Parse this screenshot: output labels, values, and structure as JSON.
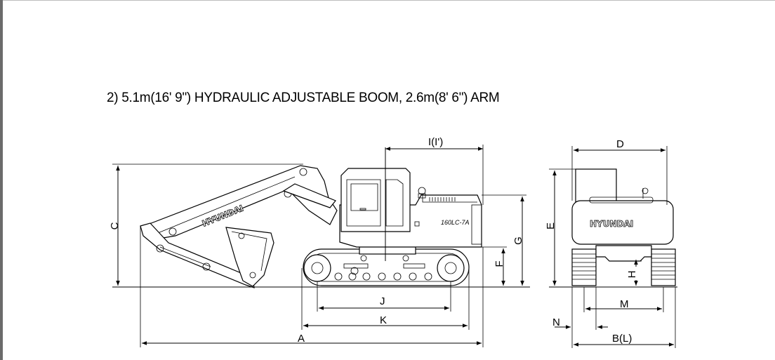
{
  "heading": "2) 5.1m(16' 9\") HYDRAULIC ADJUSTABLE BOOM, 2.6m(8' 6\") ARM",
  "brand_logo": "HYUNDAI",
  "model_logo": "160LC-7A",
  "dimension_labels": {
    "A": "A",
    "B": "B(L)",
    "C": "C",
    "D": "D",
    "E": "E",
    "F": "F",
    "G": "G",
    "H": "H",
    "I": "I(I')",
    "J": "J",
    "K": "K",
    "M": "M",
    "N": "N"
  }
}
